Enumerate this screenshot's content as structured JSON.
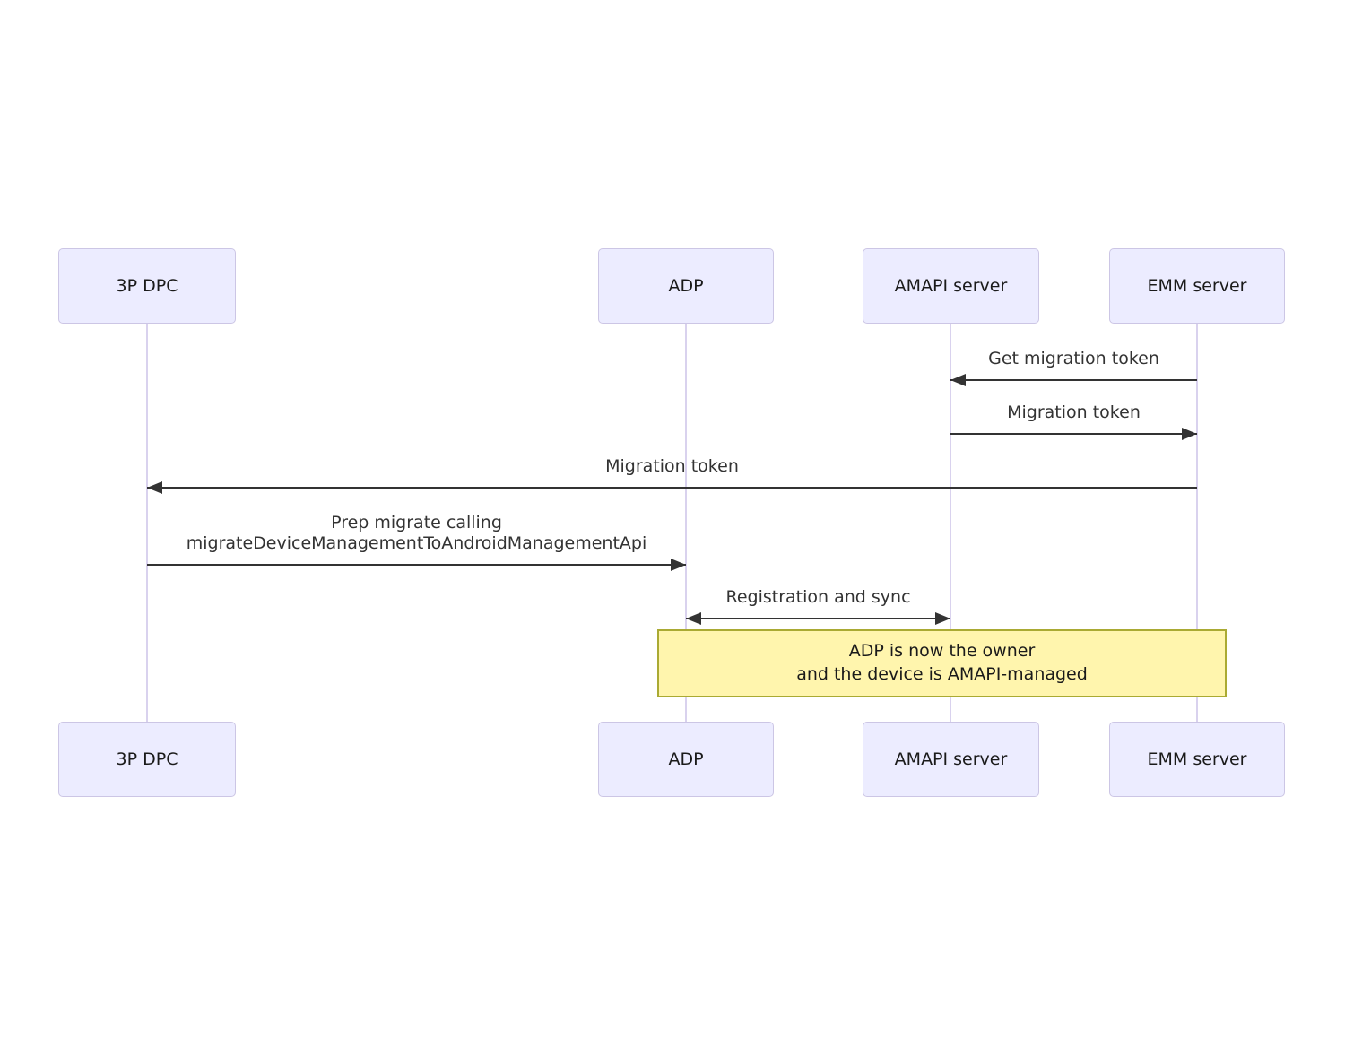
{
  "colors": {
    "background": "#ffffff",
    "actor-fill": "#ececff",
    "actor-border": "#ccc6e5",
    "actor-text": "#1a1a1a",
    "lifeline": "#d9d2ee",
    "message-line": "#333333",
    "message-text": "#333333",
    "note-fill": "#fff5ad",
    "note-border": "#aaaa33",
    "note-text": "#1a1a1a"
  },
  "actors": [
    {
      "label": "3P DPC"
    },
    {
      "label": "ADP"
    },
    {
      "label": "AMAPI server"
    },
    {
      "label": "EMM server"
    }
  ],
  "messages": [
    {
      "label": "Get migration token",
      "from": "EMM server",
      "to": "AMAPI server",
      "direction": "left"
    },
    {
      "label": "Migration token",
      "from": "AMAPI server",
      "to": "EMM server",
      "direction": "right"
    },
    {
      "label": "Migration token",
      "from": "EMM server",
      "to": "3P DPC",
      "direction": "left"
    },
    {
      "label": "Prep migrate calling\nmigrateDeviceManagementToAndroidManagementApi",
      "from": "3P DPC",
      "to": "ADP",
      "direction": "right"
    },
    {
      "label": "Registration and sync",
      "from": "ADP",
      "to": "AMAPI server",
      "direction": "both"
    }
  ],
  "note": {
    "text": "ADP is now the owner\nand the device is AMAPI-managed",
    "spans": "ADP to EMM server"
  }
}
